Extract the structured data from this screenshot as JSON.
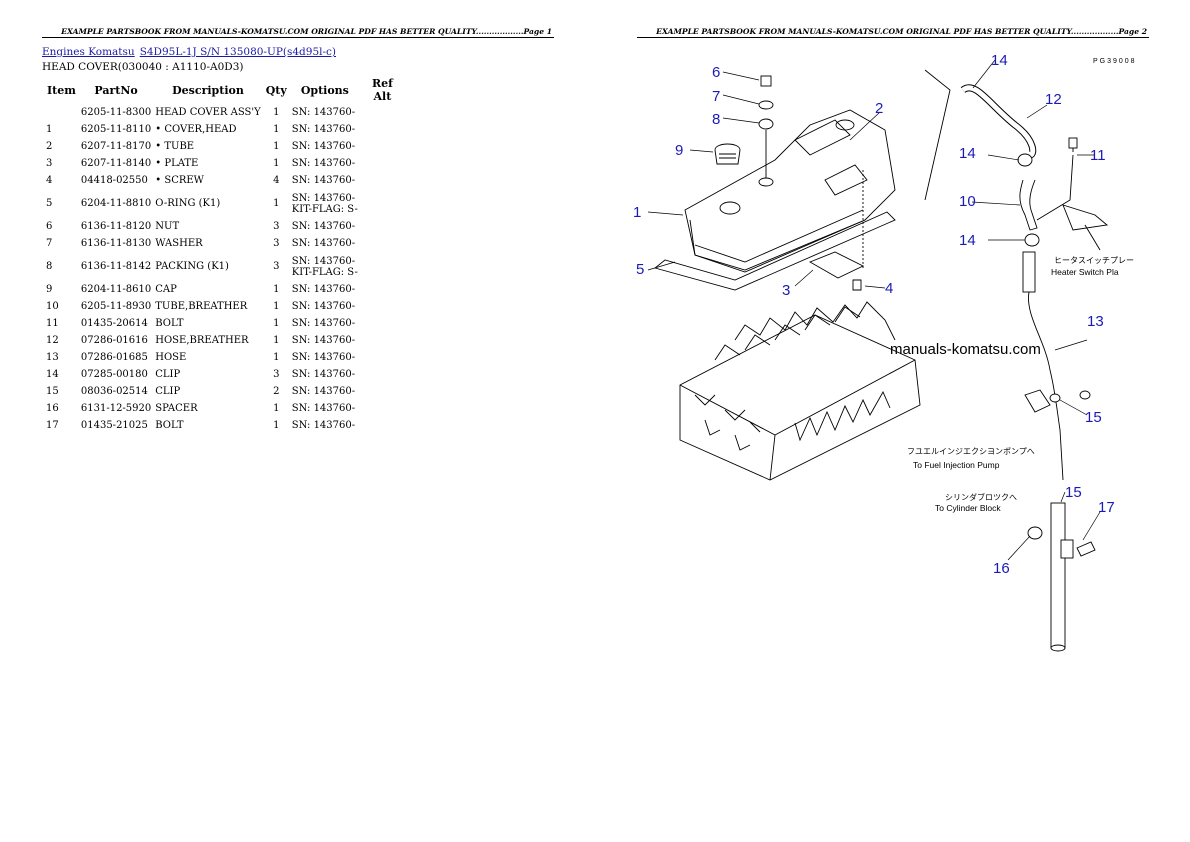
{
  "header": {
    "left_text": "EXAMPLE PARTSBOOK FROM MANUALS-KOMATSU.COM ORIGINAL PDF HAS BETTER QUALITY..................Page 1",
    "right_text": "EXAMPLE PARTSBOOK FROM MANUALS-KOMATSU.COM ORIGINAL PDF HAS BETTER QUALITY..................Page 2"
  },
  "breadcrumb": {
    "link1": "Engines Komatsu",
    "link2": "S4D95L-1J S/N 135080-UP(s4d95l-c)"
  },
  "subtitle": "HEAD COVER(030040 : A1110-A0D3)",
  "table": {
    "headers": [
      "Item",
      "PartNo",
      "Description",
      "Qty",
      "Options",
      "Ref Alt"
    ],
    "rows": [
      {
        "item": "",
        "part": "6205-11-8300",
        "desc": "HEAD COVER ASS'Y",
        "qty": "1",
        "opt": "SN: 143760-",
        "opt2": ""
      },
      {
        "item": "1",
        "part": "6205-11-8110",
        "desc": "• COVER,HEAD",
        "qty": "1",
        "opt": "SN: 143760-",
        "opt2": ""
      },
      {
        "item": "2",
        "part": "6207-11-8170",
        "desc": "• TUBE",
        "qty": "1",
        "opt": "SN: 143760-",
        "opt2": ""
      },
      {
        "item": "3",
        "part": "6207-11-8140",
        "desc": "• PLATE",
        "qty": "1",
        "opt": "SN: 143760-",
        "opt2": ""
      },
      {
        "item": "4",
        "part": "04418-02550",
        "desc": "• SCREW",
        "qty": "4",
        "opt": "SN: 143760-",
        "opt2": ""
      },
      {
        "item": "5",
        "part": "6204-11-8810",
        "desc": "O-RING (K1)",
        "qty": "1",
        "opt": "SN: 143760-",
        "opt2": "KIT-FLAG: S-"
      },
      {
        "item": "6",
        "part": "6136-11-8120",
        "desc": "NUT",
        "qty": "3",
        "opt": "SN: 143760-",
        "opt2": ""
      },
      {
        "item": "7",
        "part": "6136-11-8130",
        "desc": "WASHER",
        "qty": "3",
        "opt": "SN: 143760-",
        "opt2": ""
      },
      {
        "item": "8",
        "part": "6136-11-8142",
        "desc": "PACKING (K1)",
        "qty": "3",
        "opt": "SN: 143760-",
        "opt2": "KIT-FLAG: S-"
      },
      {
        "item": "9",
        "part": "6204-11-8610",
        "desc": "CAP",
        "qty": "1",
        "opt": "SN: 143760-",
        "opt2": ""
      },
      {
        "item": "10",
        "part": "6205-11-8930",
        "desc": "TUBE,BREATHER",
        "qty": "1",
        "opt": "SN: 143760-",
        "opt2": ""
      },
      {
        "item": "11",
        "part": "01435-20614",
        "desc": "BOLT",
        "qty": "1",
        "opt": "SN: 143760-",
        "opt2": ""
      },
      {
        "item": "12",
        "part": "07286-01616",
        "desc": "HOSE,BREATHER",
        "qty": "1",
        "opt": "SN: 143760-",
        "opt2": ""
      },
      {
        "item": "13",
        "part": "07286-01685",
        "desc": "HOSE",
        "qty": "1",
        "opt": "SN: 143760-",
        "opt2": ""
      },
      {
        "item": "14",
        "part": "07285-00180",
        "desc": "CLIP",
        "qty": "3",
        "opt": "SN: 143760-",
        "opt2": ""
      },
      {
        "item": "15",
        "part": "08036-02514",
        "desc": "CLIP",
        "qty": "2",
        "opt": "SN: 143760-",
        "opt2": ""
      },
      {
        "item": "16",
        "part": "6131-12-5920",
        "desc": "SPACER",
        "qty": "1",
        "opt": "SN: 143760-",
        "opt2": ""
      },
      {
        "item": "17",
        "part": "01435-21025",
        "desc": "BOLT",
        "qty": "1",
        "opt": "SN: 143760-",
        "opt2": ""
      }
    ]
  },
  "diagram": {
    "code": "PG39008",
    "watermark": "manuals-komatsu.com",
    "callouts": {
      "c1": "1",
      "c2": "2",
      "c3": "3",
      "c4": "4",
      "c5": "5",
      "c6": "6",
      "c7": "7",
      "c8": "8",
      "c9": "9",
      "c10": "10",
      "c11": "11",
      "c12": "12",
      "c13": "13",
      "c14a": "14",
      "c14b": "14",
      "c14c": "14",
      "c15a": "15",
      "c15b": "15",
      "c16": "16",
      "c17": "17"
    },
    "notes": {
      "heater_jp": "ヒータスイッチプレー",
      "heater_en": "Heater Switch Pla",
      "pump_jp": "フユエルインジエクシヨンポンプへ",
      "pump_en": "To Fuel Injection Pump",
      "block_jp": "シリンダブロツクへ",
      "block_en": "To Cylinder Block"
    },
    "callout_color": "#1a1ab8"
  }
}
